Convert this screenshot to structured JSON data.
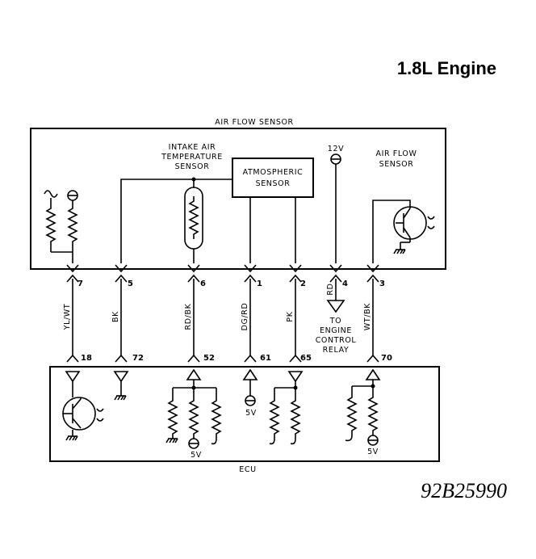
{
  "title": "1.8L Engine",
  "figure_code": "92B25990",
  "air_flow_sensor_box": {
    "label": "AIR FLOW SENSOR"
  },
  "ecu_box": {
    "label": "ECU"
  },
  "components": {
    "intake_air_temp": {
      "line1": "INTAKE AIR",
      "line2": "TEMPERATURE",
      "line3": "SENSOR"
    },
    "atmospheric": {
      "line1": "ATMOSPHERIC",
      "line2": "SENSOR"
    },
    "supply_12v": "12V",
    "air_flow": {
      "line1": "AIR FLOW",
      "line2": "SENSOR"
    },
    "relay": {
      "line1": "TO",
      "line2": "ENGINE",
      "line3": "CONTROL",
      "line4": "RELAY"
    },
    "ecu_5v_1": "5V",
    "ecu_5v_2": "5V",
    "ecu_5v_3": "5V"
  },
  "wires": [
    {
      "sensor_pin": "7",
      "color": "YL/WT",
      "ecu_pin": "18"
    },
    {
      "sensor_pin": "5",
      "color": "BK",
      "ecu_pin": "72"
    },
    {
      "sensor_pin": "6",
      "color": "RD/BK",
      "ecu_pin": "52"
    },
    {
      "sensor_pin": "1",
      "color": "DG/RD",
      "ecu_pin": "61"
    },
    {
      "sensor_pin": "2",
      "color": "PK",
      "ecu_pin": "65"
    },
    {
      "sensor_pin": "4",
      "color": "RD",
      "ecu_pin": ""
    },
    {
      "sensor_pin": "3",
      "color": "WT/BK",
      "ecu_pin": "70"
    }
  ]
}
